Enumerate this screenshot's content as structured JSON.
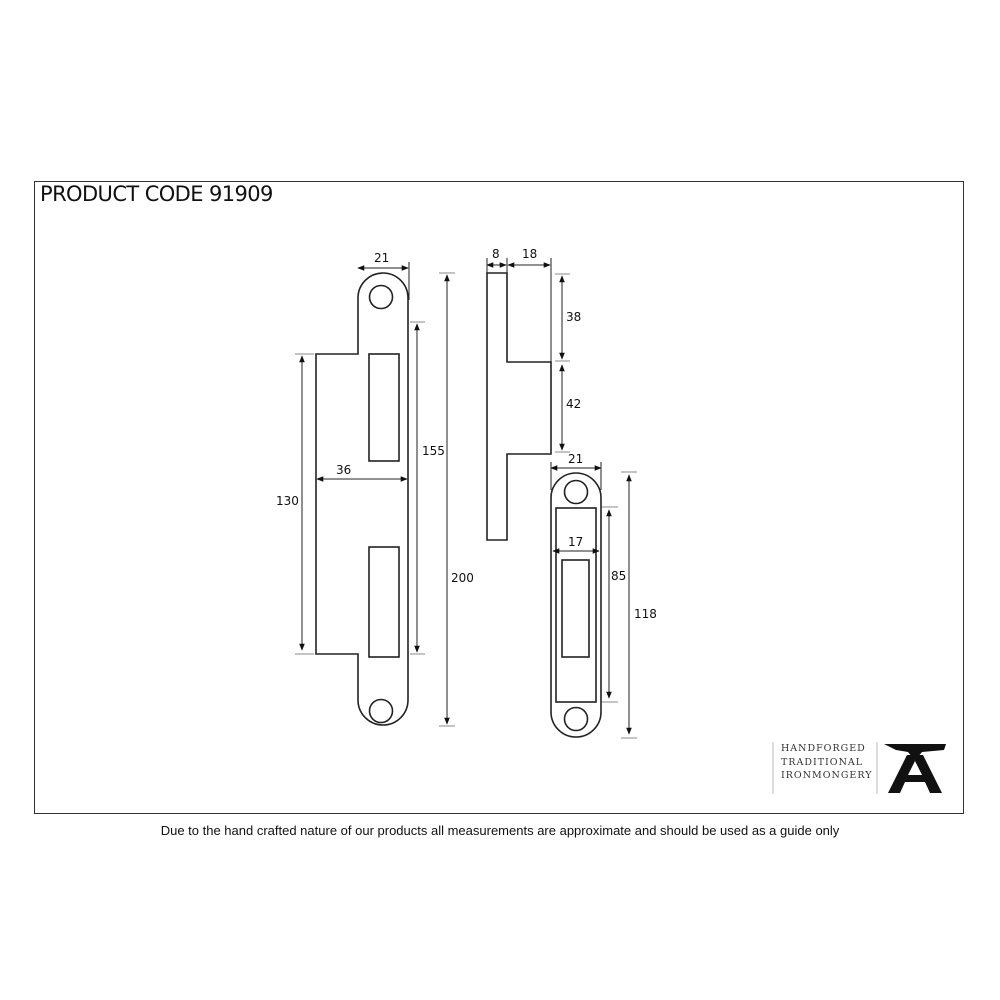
{
  "header": {
    "title": "PRODUCT CODE 91909"
  },
  "dimensions": {
    "keep_plate": {
      "tab_width": "21",
      "body_width": "36",
      "slot_span": "130",
      "inner_length": "155",
      "overall_length": "200"
    },
    "side_profile": {
      "thickness": "8",
      "depth": "18",
      "upper_length": "38",
      "lip_length": "42"
    },
    "strike_plate": {
      "width": "21",
      "inner_width": "17",
      "inner_length": "85",
      "overall_length": "118"
    }
  },
  "brand": {
    "line1": "HANDFORGED",
    "line2": "TRADITIONAL",
    "line3": "IRONMONGERY",
    "logo_icon": "anvil-icon"
  },
  "footer": {
    "disclaimer": "Due to the hand crafted nature of our products all measurements are approximate and should be used as a guide only"
  },
  "colors": {
    "line": "#222222",
    "background": "#ffffff"
  }
}
